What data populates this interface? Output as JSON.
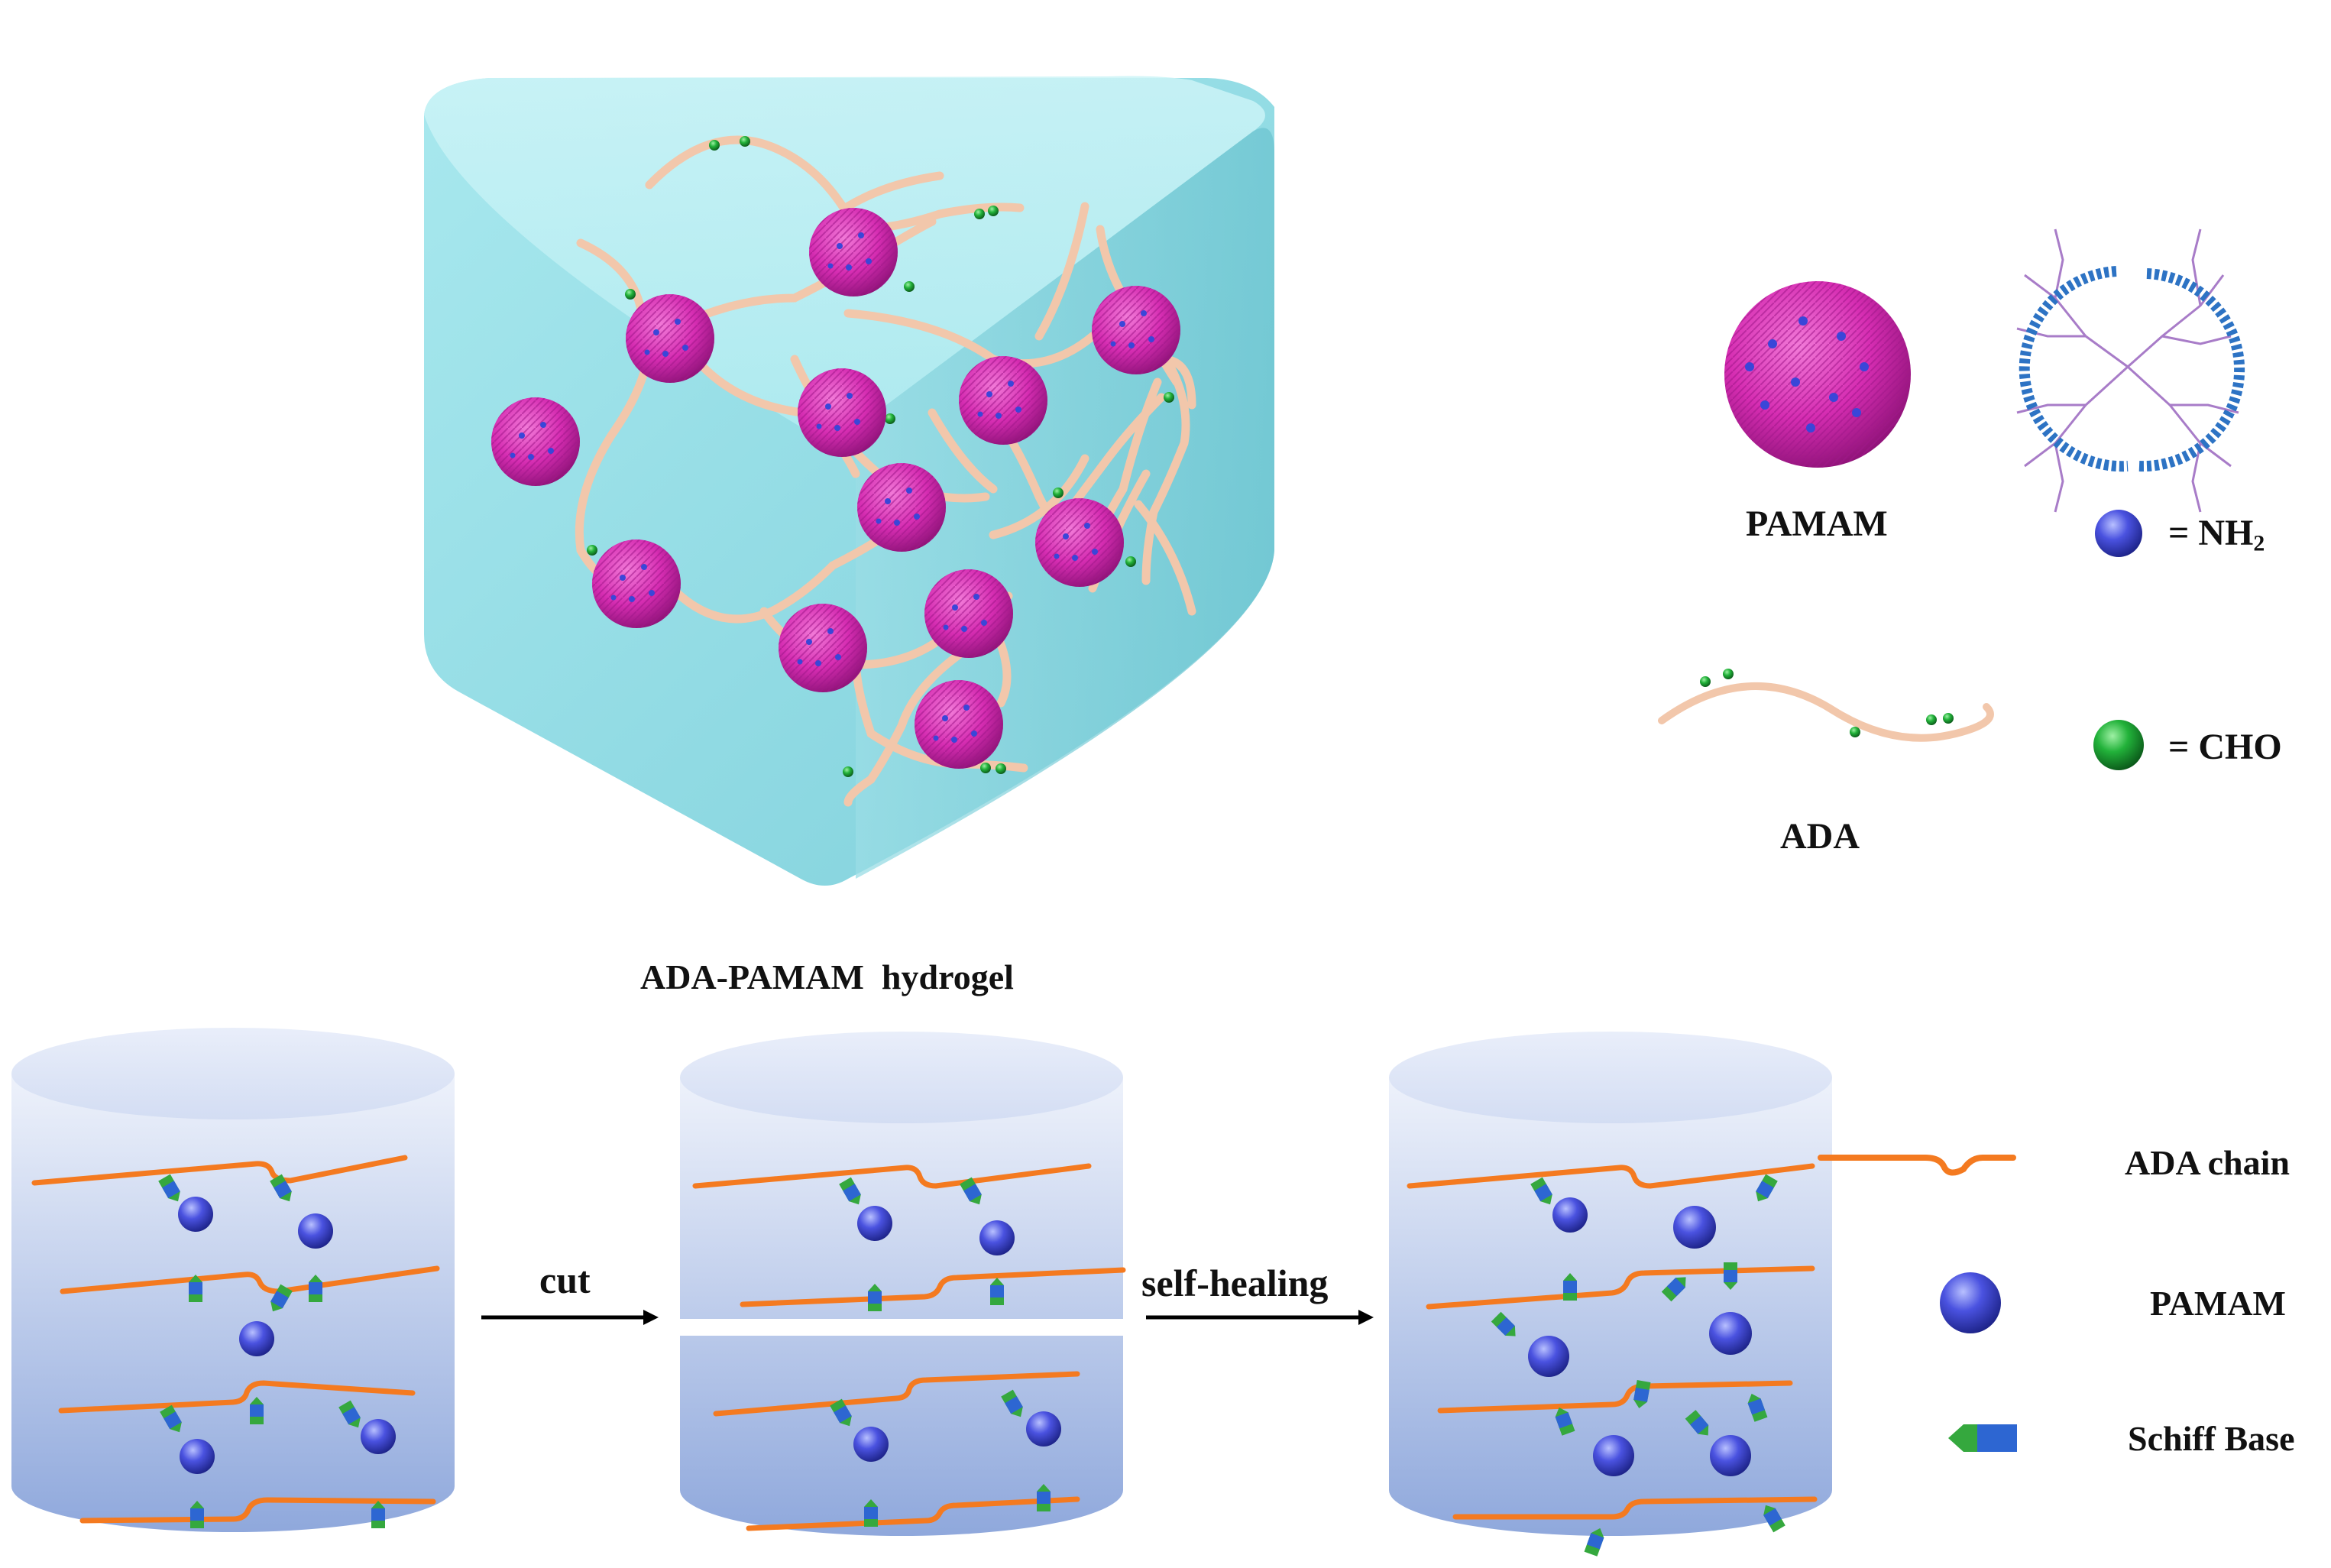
{
  "hydrogel_label": "ADA-PAMAM  hydrogel",
  "legend_top": {
    "pamam_label": "PAMAM",
    "ada_label": "ADA",
    "nh2_prefix": "= NH",
    "nh2_sub": "2",
    "cho_label": "= CHO"
  },
  "process": {
    "cut_label": "cut",
    "heal_label": "self-healing"
  },
  "legend_bottom": {
    "ada_chain": "ADA chain",
    "pamam": "PAMAM",
    "schiff_base": "Schiff Base"
  },
  "colors": {
    "cube": "#a6e4ea",
    "pamam": "#d42db0",
    "chain": "#f2c7ab",
    "ada_chain": "#f47a20",
    "nh2": "#4a52d8",
    "cho": "#20a83a",
    "dendrimer": "#2d73c4"
  }
}
